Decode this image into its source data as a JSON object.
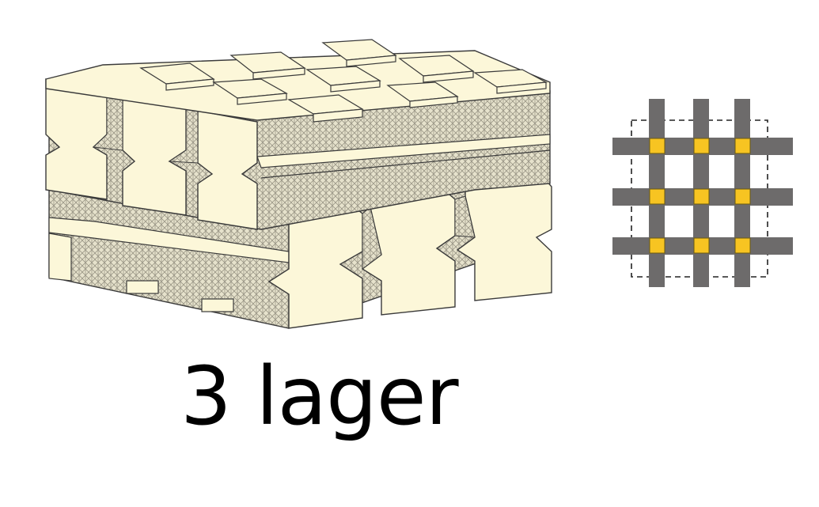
{
  "caption": "3 lager",
  "colors": {
    "block_fill": "#FCF7D9",
    "block_stroke": "#3A3A3A",
    "mesh_fill": "#E6E2CC",
    "mesh_line": "#9A9686",
    "bar_color": "#6D6B6B",
    "node_color": "#F7C422",
    "node_stroke": "#6A5A10",
    "dash_color": "#222222"
  },
  "schematic": {
    "rows": 3,
    "columns": 3
  }
}
